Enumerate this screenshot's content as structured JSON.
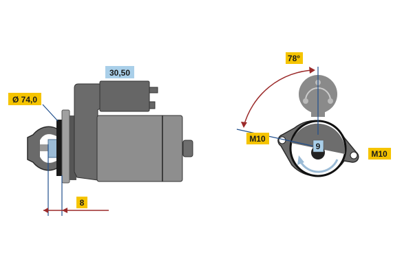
{
  "side_view": {
    "terminal_label": "30,50",
    "flange_diameter_label": "Ø 74,0",
    "pinion_offset_label": "8"
  },
  "front_view": {
    "rotation_angle_label": "78°",
    "bolt_left_label": "M10",
    "bolt_right_label": "M10",
    "pinion_teeth_label": "9"
  },
  "colors": {
    "label_yellow": "#f5c400",
    "label_blue": "#a9cfe9",
    "dimension_red": "#9b2a2a",
    "dimension_blue": "#1f4e8c"
  }
}
